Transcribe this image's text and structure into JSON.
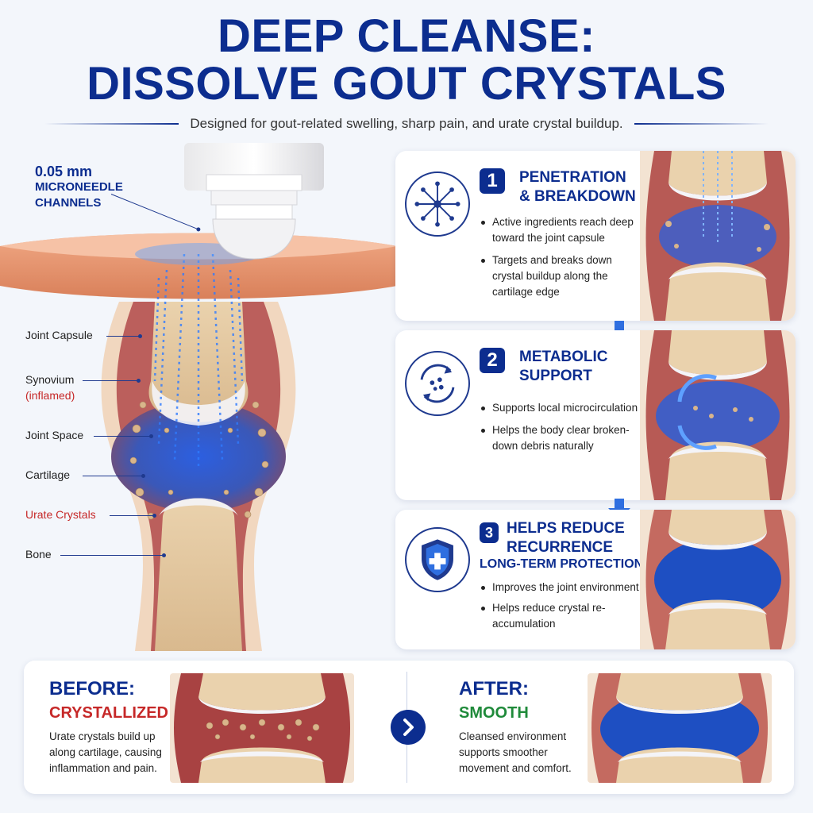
{
  "header": {
    "title_line1": "DEEP CLEANSE:",
    "title_line2": "DISSOLVE GOUT CRYSTALS",
    "subtitle": "Designed for gout-related swelling, sharp pain, and urate crystal buildup."
  },
  "illustration": {
    "microneedle": {
      "size": "0.05 mm",
      "line1": "MICRONEEDLE",
      "line2": "CHANNELS"
    },
    "labels": {
      "joint_capsule": "Joint Capsule",
      "synovium": "Synovium",
      "synovium_note": "(inflamed)",
      "joint_space": "Joint Space",
      "cartilage": "Cartilage",
      "urate_crystals": "Urate Crystals",
      "bone": "Bone"
    }
  },
  "steps": [
    {
      "number": "1",
      "title_line1": "PENETRATION",
      "title_line2": "& BREAKDOWN",
      "icon": "starburst-icon",
      "bullets": [
        "Active ingredients reach deep toward the joint capsule",
        "Targets and breaks down crystal buildup along the cartilage edge"
      ]
    },
    {
      "number": "2",
      "title_line1": "METABOLIC",
      "title_line2": "SUPPORT",
      "icon": "circulation-icon",
      "bullets": [
        "Supports local microcirculation",
        "Helps the body clear broken-down debris naturally"
      ]
    },
    {
      "number": "3",
      "title_line1": "HELPS REDUCE",
      "title_line2": "RECURRENCE",
      "subtitle": "LONG-TERM PROTECTION",
      "icon": "shield-icon",
      "bullets": [
        "Improves the joint environment",
        "Helps reduce crystal re-accumulation"
      ]
    }
  ],
  "before": {
    "label": "BEFORE:",
    "status": "CRYSTALLIZED",
    "text": "Urate crystals build up along cartilage, causing inflammation and pain."
  },
  "after": {
    "label": "AFTER:",
    "status": "SMOOTH",
    "text": "Cleansed environment supports smoother movement and comfort."
  },
  "colors": {
    "navy": "#0c2d8f",
    "red": "#c62828",
    "green": "#1f8a3a",
    "glow_blue": "#2f7bff"
  }
}
